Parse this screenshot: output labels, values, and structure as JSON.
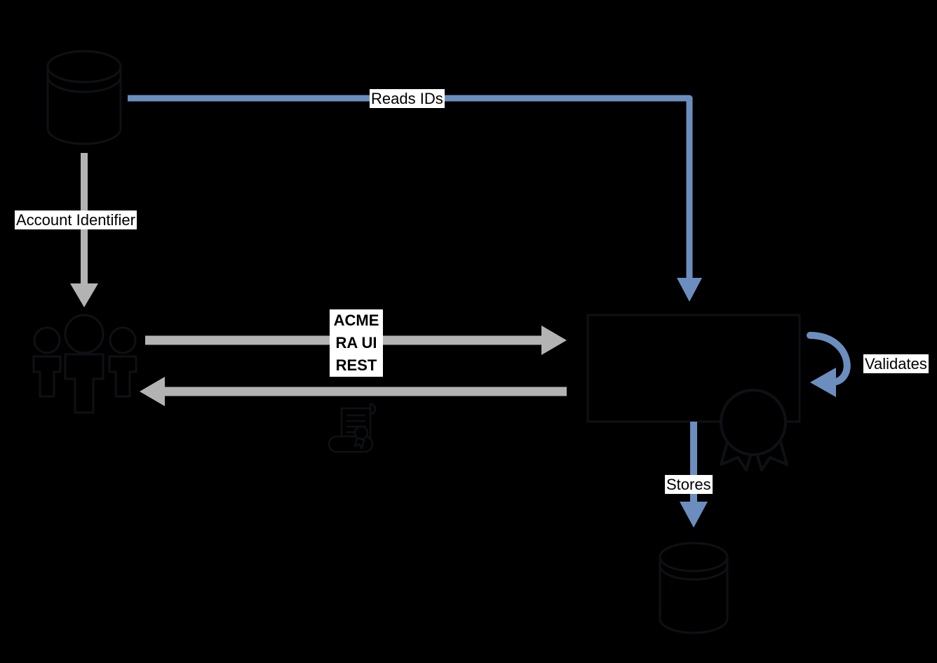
{
  "diagram": {
    "type": "flow-architecture",
    "background_color": "#000000",
    "colors": {
      "blue_arrow": "#6c8ebf",
      "gray_arrow": "#b3b3b3",
      "shape_outline": "#0e1114",
      "label_background": "#ffffff",
      "label_text": "#000000"
    },
    "nodes": [
      {
        "id": "source-datastore",
        "icon": "database-cylinder-icon",
        "label": ""
      },
      {
        "id": "users-group",
        "icon": "users-group-icon",
        "label": ""
      },
      {
        "id": "certificate",
        "icon": "certificate-scroll-icon",
        "label": ""
      },
      {
        "id": "acme-server",
        "icon": "box-node",
        "label": ""
      },
      {
        "id": "acme-server-badge",
        "icon": "award-badge-icon",
        "label": ""
      },
      {
        "id": "target-datastore",
        "icon": "database-cylinder-icon",
        "label": ""
      }
    ],
    "edges": [
      {
        "id": "reads-ids",
        "label": "Reads IDs",
        "color": "#6c8ebf",
        "from": "source-datastore",
        "to": "acme-server"
      },
      {
        "id": "account-identifier",
        "label": "Account Identifier",
        "color": "#b3b3b3",
        "from": "source-datastore",
        "to": "users-group"
      },
      {
        "id": "acme-ra-ui-rest",
        "label": "ACME\nRA UI\nREST",
        "color": "#b3b3b3",
        "from": "users-group",
        "to": "acme-server",
        "bold": true
      },
      {
        "id": "certificate-return",
        "label": "",
        "color": "#b3b3b3",
        "from": "acme-server",
        "to": "users-group"
      },
      {
        "id": "validates",
        "label": "Validates",
        "color": "#6c8ebf",
        "from": "acme-server",
        "to": "acme-server"
      },
      {
        "id": "stores",
        "label": "Stores",
        "color": "#6c8ebf",
        "from": "acme-server",
        "to": "target-datastore"
      }
    ]
  }
}
